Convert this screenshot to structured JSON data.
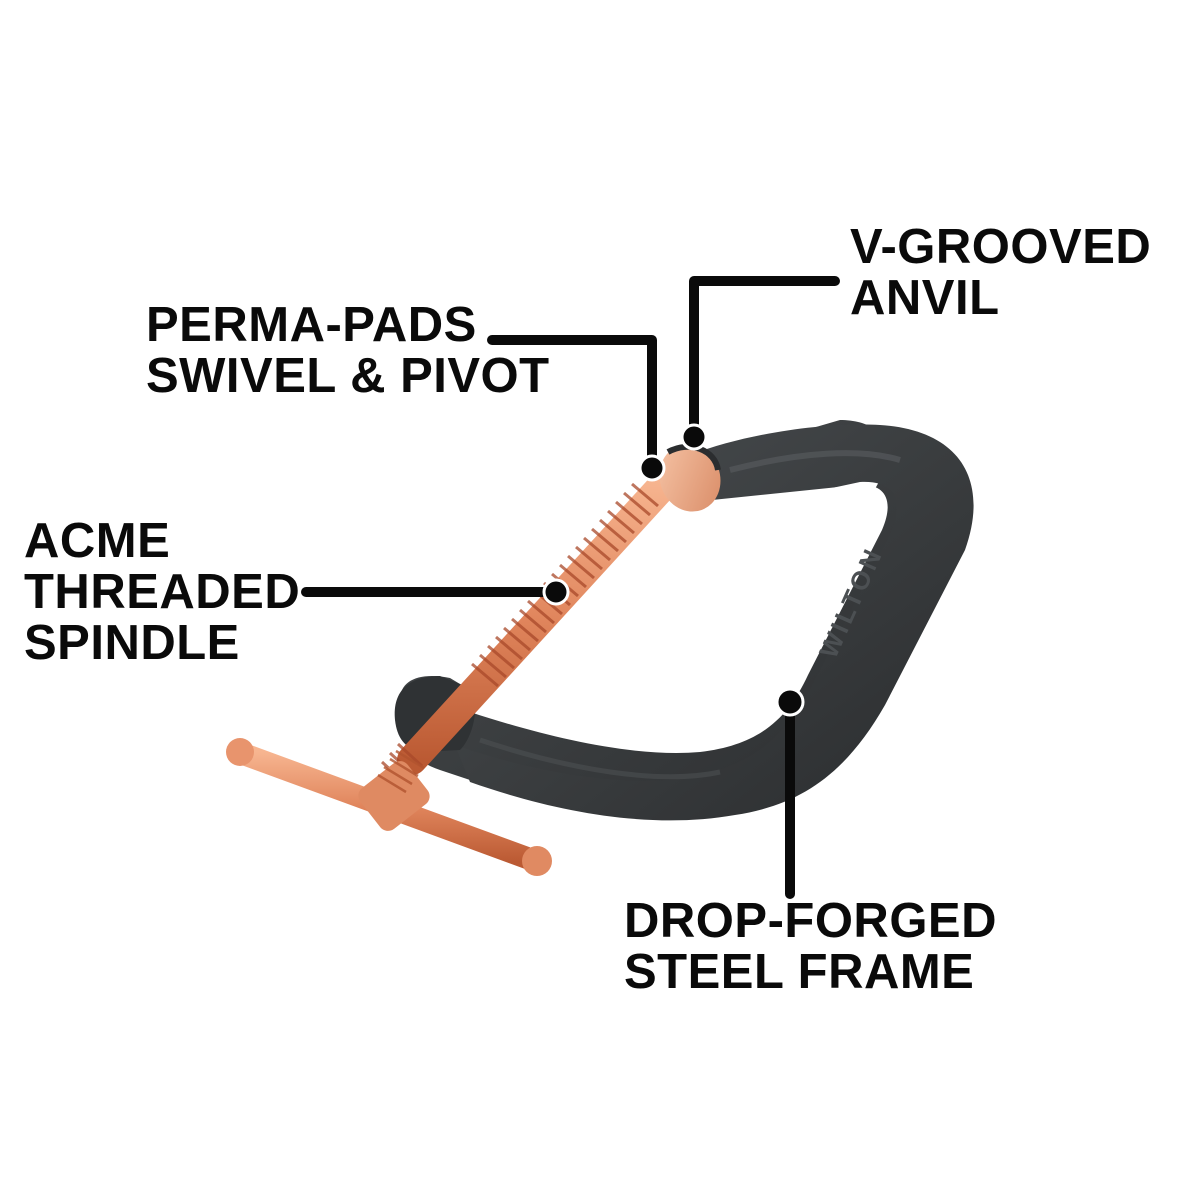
{
  "figure": {
    "subject": "C-clamp",
    "brand_mark": "WILTON",
    "colors": {
      "background": "#ffffff",
      "frame": "#3a3d3f",
      "frame_highlight": "#55595c",
      "frame_shadow": "#232527",
      "copper": "#e07a4f",
      "copper_light": "#f4b08c",
      "copper_dark": "#b8532c",
      "leader_line": "#0a0a0a",
      "label_text": "#0a0a0a"
    }
  },
  "callouts": {
    "anvil": {
      "lines": [
        "V-GROOVED",
        "ANVIL"
      ]
    },
    "pads": {
      "lines": [
        "PERMA-PADS",
        "SWIVEL & PIVOT"
      ]
    },
    "spindle": {
      "lines": [
        "ACME",
        "THREADED",
        "SPINDLE"
      ]
    },
    "frame": {
      "lines": [
        "DROP-FORGED",
        "STEEL FRAME"
      ]
    }
  }
}
